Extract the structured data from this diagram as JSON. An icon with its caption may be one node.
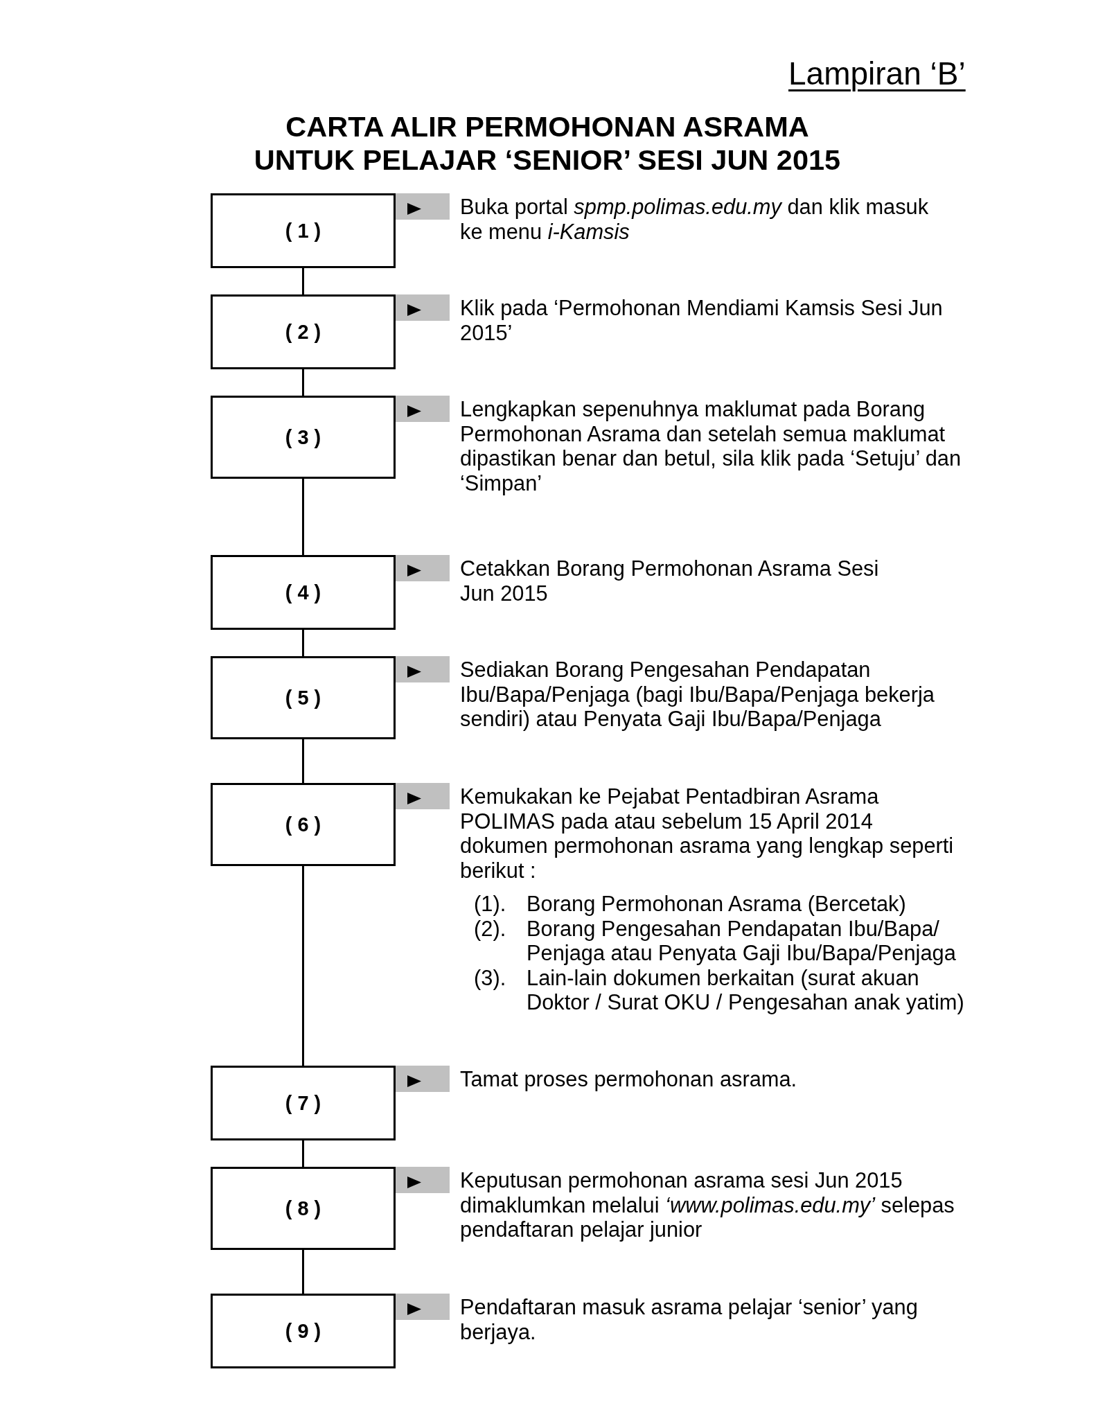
{
  "diagram": {
    "title": "CARTA ALIR PERMOHONAN ASRAMA UNTUK PELAJAR ‘SENIOR’ SESI JUN 2015",
    "nodes": [
      {
        "text": [
          "( 1 )"
        ],
        "beside": [
          "Buka portal *spmp.polimas.edu.my* dan klik masuk ke menu *i-Kamsis*"
        ]
      },
      {
        "text": [
          "( 2 )"
        ],
        "beside": [
          "Klik pada ‘Permohonan Mendiami Kamsis Sesi Jun 2015’"
        ]
      },
      {
        "text": [
          "( 3 )"
        ],
        "beside": [
          "Lengkapkan sepenuhnya maklumat pada Borang Permohonan Asrama dan setelah semua maklumat dipastikan benar dan betul, sila klik pada ‘Setuju’ dan ‘Simpan’"
        ]
      },
      {
        "text": [
          "( 4 )"
        ],
        "beside": [
          "Cetakkan Borang Permohonan Asrama Sesi Jun 2015"
        ]
      },
      {
        "text": [
          "( 5 )"
        ],
        "beside": [
          "Sediakan Borang Pengesahan Pendapatan Ibu/Bapa/Penjaga (bagi Ibu/Bapa/Penjaga bekerja sendiri) atau Penyata Gaji Ibu/Bapa/Penjaga"
        ]
      },
      {
        "text": [
          "( 6 )"
        ],
        "beside": [
          "Kemukakan ke Pejabat Pentadbiran Asrama POLIMAS pada atau sebelum 15 April 2014 dokumen permohonan asrama yang lengkap seperti berikut :",
          "(1).",
          "Borang Permohonan Asrama (Bercetak)",
          "(2).",
          "Borang Pengesahan Pendapatan Ibu/Bapa/ Penjaga atau Penyata Gaji Ibu/Bapa/Penjaga",
          "(3).",
          "Lain-lain dokumen berkaitan (surat akuan Doktor / Surat OKU / Pengesahan anak yatim)"
        ]
      },
      {
        "text": [
          "( 7 )"
        ],
        "beside": [
          "Tamat proses permohonan asrama."
        ]
      },
      {
        "text": [
          "( 8 )"
        ],
        "beside": [
          "Keputusan permohonan asrama sesi Jun 2015 dimaklumkan melalui *‘www.polimas.edu.my’* selepas pendaftaran pelajar junior"
        ]
      },
      {
        "text": [
          "( 9 )"
        ],
        "beside": [
          "Pendaftaran masuk asrama pelajar ‘senior’ yang berjaya."
        ]
      }
    ],
    "edges": [
      {
        "from": 0,
        "to": 1,
        "arrow": "none"
      },
      {
        "from": 1,
        "to": 2,
        "arrow": "none"
      },
      {
        "from": 2,
        "to": 3,
        "arrow": "none"
      },
      {
        "from": 3,
        "to": 4,
        "arrow": "none"
      },
      {
        "from": 4,
        "to": 5,
        "arrow": "none"
      },
      {
        "from": 5,
        "to": 6,
        "arrow": "none"
      },
      {
        "from": 6,
        "to": 7,
        "arrow": "none"
      },
      {
        "from": 7,
        "to": 8,
        "arrow": "none"
      }
    ],
    "labels": [
      "Lampiran ‘B’"
    ]
  }
}
